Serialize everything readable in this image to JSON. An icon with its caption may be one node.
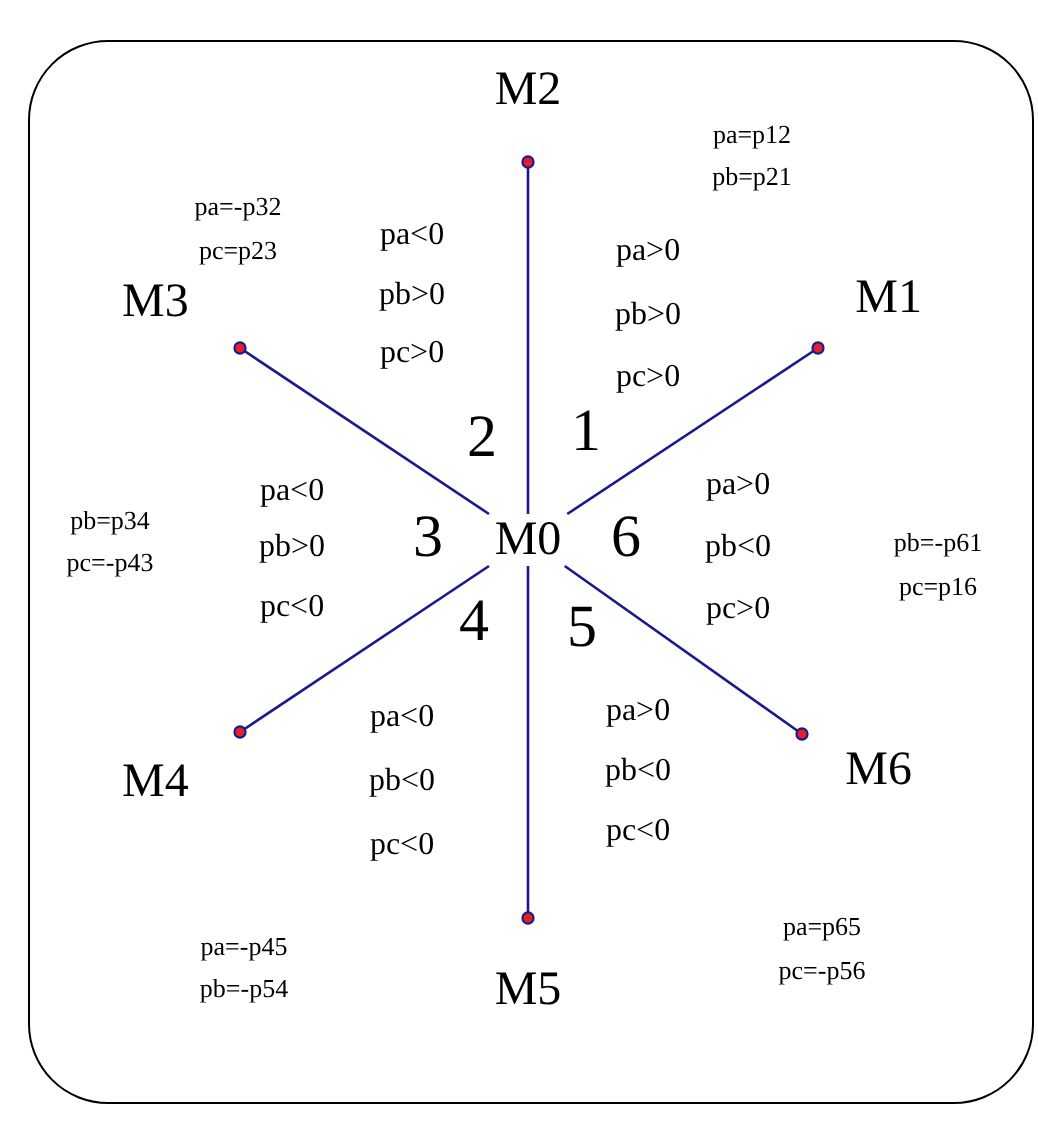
{
  "diagram": {
    "nodes": [
      {
        "text": [],
        "shape": "box"
      },
      {
        "text": [
          "M0"
        ],
        "in": 0
      },
      {
        "text": [
          "M1"
        ],
        "in": 0
      },
      {
        "text": [
          "M2"
        ],
        "in": 0
      },
      {
        "text": [
          "M3"
        ],
        "in": 0
      },
      {
        "text": [
          "M4"
        ],
        "in": 0
      },
      {
        "text": [
          "M5"
        ],
        "in": 0
      },
      {
        "text": [
          "M6"
        ],
        "in": 0
      }
    ],
    "edges": [
      {
        "from": 1,
        "to": 2,
        "arrow": "other"
      },
      {
        "from": 1,
        "to": 3,
        "arrow": "other"
      },
      {
        "from": 1,
        "to": 4,
        "arrow": "other"
      },
      {
        "from": 1,
        "to": 5,
        "arrow": "other"
      },
      {
        "from": 1,
        "to": 6,
        "arrow": "other"
      },
      {
        "from": 1,
        "to": 7,
        "arrow": "other"
      }
    ],
    "labels": [
      "pa=-p32",
      "pc=p23",
      "pa=p12",
      "pb=p21",
      "pa<0",
      "pb>0",
      "pc>0",
      "pa>0",
      "pb>0",
      "pc>0",
      "2",
      "1",
      "pb=p34",
      "pc=-p43",
      "pa<0",
      "pb>0",
      "pc<0",
      "3",
      "6",
      "pa>0",
      "pb<0",
      "pc>0",
      "pb=-p61",
      "pc=p16",
      "4",
      "5",
      "pa<0",
      "pb<0",
      "pc<0",
      "pa>0",
      "pb<0",
      "pc<0",
      "pa=-p45",
      "pb=-p54",
      "pa=p65",
      "pc=-p56"
    ]
  }
}
